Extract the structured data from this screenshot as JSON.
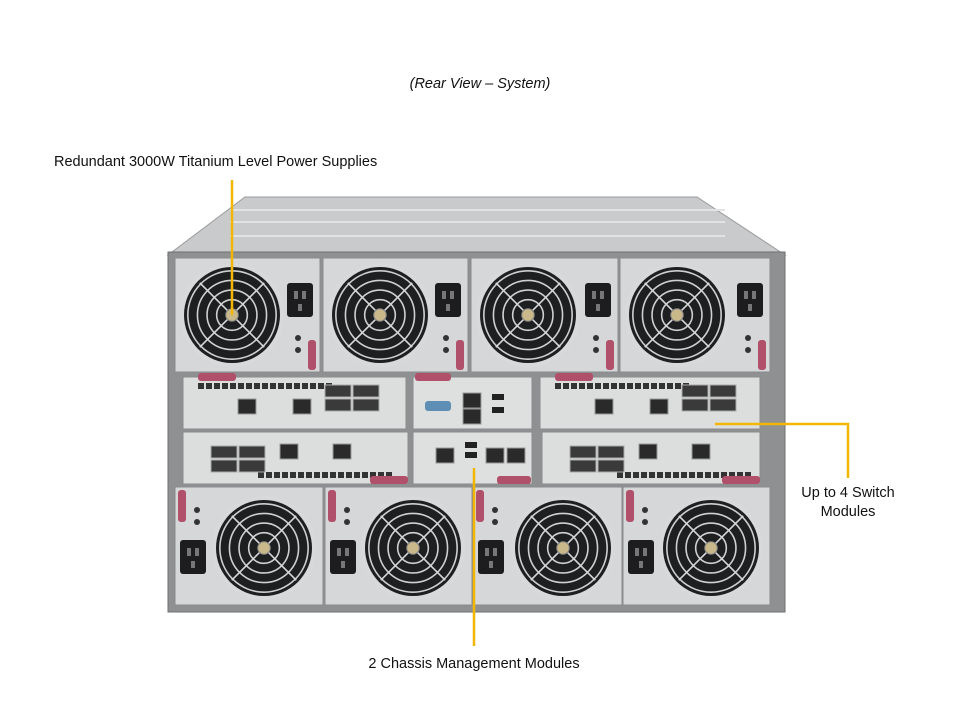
{
  "title": "(Rear View – System)",
  "callouts": {
    "power_supplies": "Redundant 3000W Titanium Level Power Supplies",
    "switch_modules": "Up to 4 Switch Modules",
    "cmm": "2 Chassis Management Modules"
  },
  "colors": {
    "callout_line": "#f2b705",
    "chassis": "#b9bbbd",
    "handle": "#b0506a"
  }
}
